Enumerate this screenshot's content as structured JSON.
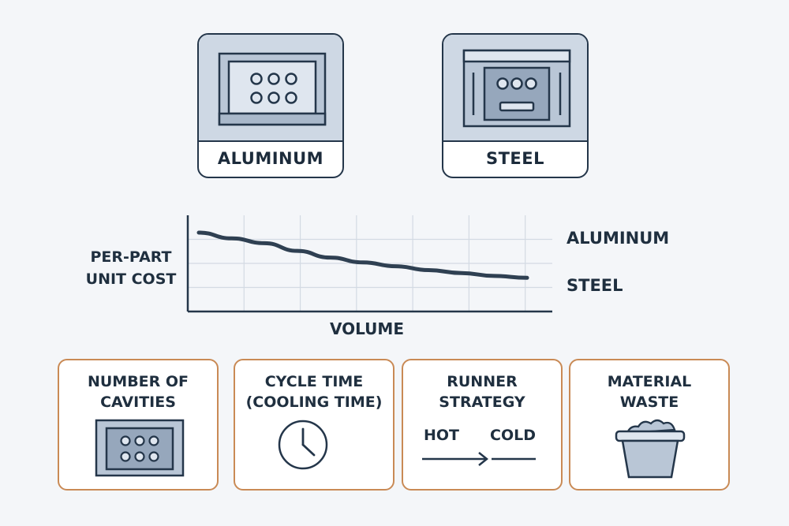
{
  "materials": {
    "aluminum_label": "ALUMINUM",
    "steel_label": "STEEL"
  },
  "chart": {
    "y_label_line1": "PER-PART",
    "y_label_line2": "UNIT COST",
    "x_label": "VOLUME",
    "legend_aluminum": "ALUMINUM",
    "legend_steel": "STEEL"
  },
  "chart_data": {
    "type": "line",
    "title": "",
    "xlabel": "VOLUME",
    "ylabel": "PER-PART UNIT COST",
    "grid": true,
    "x": [
      0,
      1,
      2,
      3,
      4,
      5,
      6,
      7,
      8,
      9,
      10
    ],
    "series": [
      {
        "values": [
          0.82,
          0.76,
          0.71,
          0.63,
          0.56,
          0.51,
          0.47,
          0.43,
          0.4,
          0.37,
          0.35
        ]
      }
    ],
    "ylim": [
      0,
      1
    ],
    "line_color": "#2f4052"
  },
  "factors": {
    "cavities": {
      "line1": "NUMBER OF",
      "line2": "CAVITIES"
    },
    "cycle": {
      "line1": "CYCLE TIME",
      "line2": "(COOLING TIME)"
    },
    "runner": {
      "line1": "RUNNER",
      "line2": "STRATEGY",
      "hot": "HOT",
      "cold": "COLD"
    },
    "waste": {
      "line1": "MATERIAL",
      "line2": "WASTE"
    }
  },
  "colors": {
    "factor_border": "#c98a55",
    "dark_outline": "#24364a",
    "mold_fill": "#ced8e4",
    "background": "#f4f6f9"
  }
}
